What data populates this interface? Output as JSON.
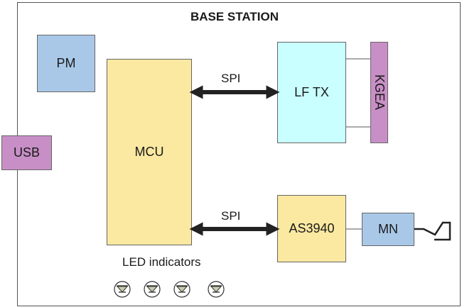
{
  "title": "BASE STATION",
  "blocks": {
    "pm": "PM",
    "mcu": "MCU",
    "usb": "USB",
    "lftx": "LF TX",
    "kgea": "KGEA",
    "as3940": "AS3940",
    "mn": "MN"
  },
  "links": {
    "spi_top": "SPI",
    "spi_bottom": "SPI"
  },
  "led_label": "LED indicators",
  "led_count": 4,
  "colors": {
    "blue_block": "#a9c8e8",
    "yellow_block": "#fbe9a1",
    "purple_block": "#c88fc6",
    "cyan_block": "#c9ffff",
    "arrow": "#222222",
    "led_fill": "#c8ccae"
  }
}
